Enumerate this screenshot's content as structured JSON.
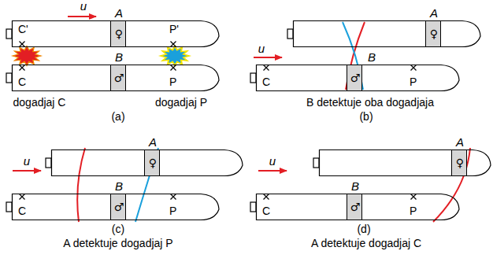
{
  "diagram": {
    "nodes": [
      {
        "text": [
          "C'",
          "P'"
        ]
      },
      {
        "text": [
          "A",
          "♀"
        ],
        "in": 0
      },
      {
        "text": [
          "C",
          "P"
        ]
      },
      {
        "text": [
          "B",
          "♂"
        ],
        "in": 2
      },
      {
        "text": []
      },
      {
        "text": [
          "A",
          "♀"
        ],
        "in": 4
      },
      {
        "text": [
          "C",
          "P"
        ]
      },
      {
        "text": [
          "B",
          "♂"
        ],
        "in": 6
      },
      {
        "text": []
      },
      {
        "text": [
          "A",
          "♀"
        ],
        "in": 8
      },
      {
        "text": [
          "C",
          "P"
        ]
      },
      {
        "text": [
          "B",
          "♂"
        ],
        "in": 10
      },
      {
        "text": []
      },
      {
        "text": [
          "A",
          "♀"
        ],
        "in": 12
      },
      {
        "text": [
          "C",
          "P"
        ]
      },
      {
        "text": [
          "B",
          "♂"
        ],
        "in": 14
      }
    ],
    "labels": [
      "u",
      "dogadjaj C",
      "(a)",
      "dogadjaj P",
      "u",
      "B detektuje oba dogadjaja",
      "(b)",
      "u",
      "(c)",
      "A detektuje dogadjaj P",
      "u",
      "(d)",
      "A detektuje dogadjaj C"
    ]
  }
}
